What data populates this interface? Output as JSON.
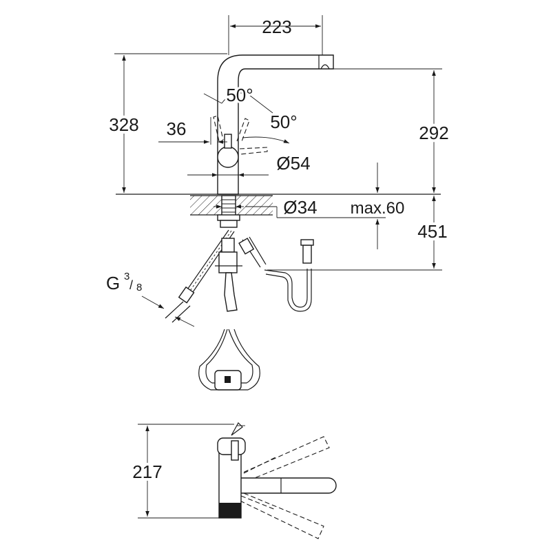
{
  "dimensions": {
    "width_top": "223",
    "total_height": "328",
    "spout_height": "292",
    "handle_offset": "36",
    "swivel_angle": "50°",
    "lever_angle": "50°",
    "base_diameter": "Ø54",
    "hole_diameter": "Ø34",
    "deck_thickness": "max.60",
    "hose_length": "451",
    "connection_thread": "G",
    "thread_numerator": "3",
    "thread_denominator": "8",
    "top_view_height": "217"
  },
  "colors": {
    "line": "#1a1a1a",
    "background": "#ffffff"
  }
}
